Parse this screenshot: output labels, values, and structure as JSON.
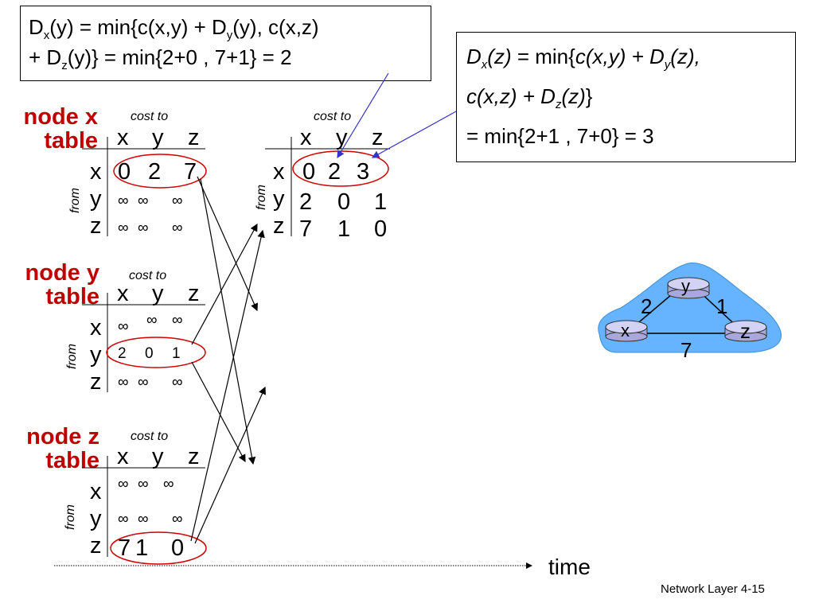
{
  "equation_left": {
    "line1_parts": [
      "D",
      "x",
      "(y) = min{c(x,y) + D",
      "y",
      "(y), c(x,z)"
    ],
    "line2_parts": [
      "+ D",
      "z",
      "(y)} = min{2+0 , 7+1} = 2"
    ]
  },
  "equation_right": {
    "line1_parts": [
      "D",
      "x",
      "(z)",
      " = min{",
      "c(x,y) + D",
      "y",
      "(z),"
    ],
    "line2_parts": [
      "c(x,z) + D",
      "z",
      "(z)",
      "}"
    ],
    "line3": "= min{2+1 , 7+0} = 3"
  },
  "cost_to_label": "cost to",
  "from_label": "from",
  "columns": [
    "x",
    "y",
    "z"
  ],
  "rows": [
    "x",
    "y",
    "z"
  ],
  "tables": [
    {
      "title_line1": "node x",
      "title_line2": "table",
      "cells": [
        [
          "0",
          "2",
          "7"
        ],
        [
          "∞",
          "∞",
          "∞"
        ],
        [
          "∞",
          "∞",
          "∞"
        ]
      ]
    },
    {
      "title_line1": "node y",
      "title_line2": "table",
      "cells": [
        [
          "∞",
          "∞",
          "∞"
        ],
        [
          "2",
          "0",
          "1"
        ],
        [
          "∞",
          "∞",
          "∞"
        ]
      ]
    },
    {
      "title_line1": "node z",
      "title_line2": "table",
      "cells": [
        [
          "∞",
          "∞",
          "∞"
        ],
        [
          "∞",
          "∞",
          "∞"
        ],
        [
          "7",
          "1",
          "0"
        ]
      ]
    }
  ],
  "updated_table": {
    "cells": [
      [
        "0",
        "2",
        "3"
      ],
      [
        "2",
        "0",
        "1"
      ],
      [
        "7",
        "1",
        "0"
      ]
    ]
  },
  "network": {
    "nodes": [
      "x",
      "y",
      "z"
    ],
    "links": [
      {
        "from": "x",
        "to": "y",
        "cost": "2"
      },
      {
        "from": "y",
        "to": "z",
        "cost": "1"
      },
      {
        "from": "x",
        "to": "z",
        "cost": "7"
      }
    ],
    "cloud_color": "#66b3ff",
    "router_color": "#c8c8f0"
  },
  "time_label": "time",
  "footer": "Network Layer 4-15",
  "colors": {
    "title_red": "#c00000",
    "ellipse_red": "#d00000",
    "arrow_blue": "#3333cc"
  }
}
